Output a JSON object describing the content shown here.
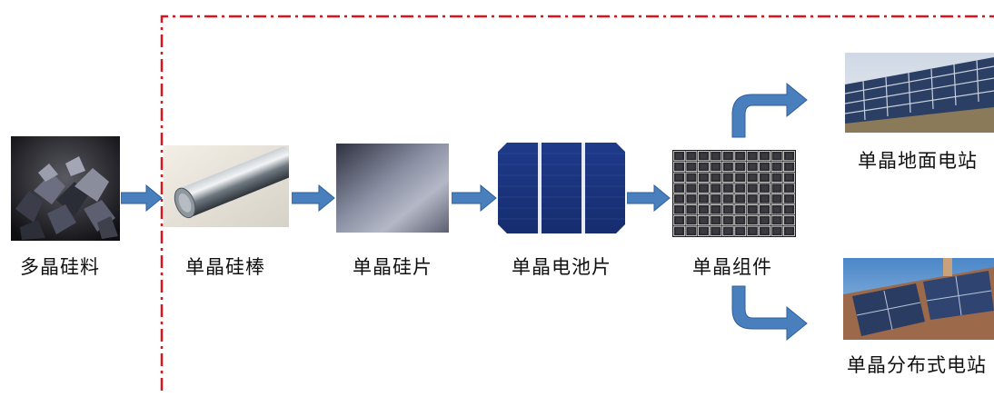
{
  "colors": {
    "frame": "#d9141c",
    "arrow": "#4a7fbe",
    "arrow_edge": "#2f5f9b"
  },
  "steps": [
    {
      "label": "多晶硅料",
      "icon": "polysilicon-chunks-image"
    },
    {
      "label": "单晶硅棒",
      "icon": "silicon-ingot-image"
    },
    {
      "label": "单晶硅片",
      "icon": "silicon-wafer-image"
    },
    {
      "label": "单晶电池片",
      "icon": "solar-cell-image"
    },
    {
      "label": "单晶组件",
      "icon": "solar-module-image"
    }
  ],
  "branches": [
    {
      "label": "单晶地面电站",
      "icon": "ground-power-station-image"
    },
    {
      "label": "单晶分布式电站",
      "icon": "rooftop-distributed-station-image"
    }
  ]
}
